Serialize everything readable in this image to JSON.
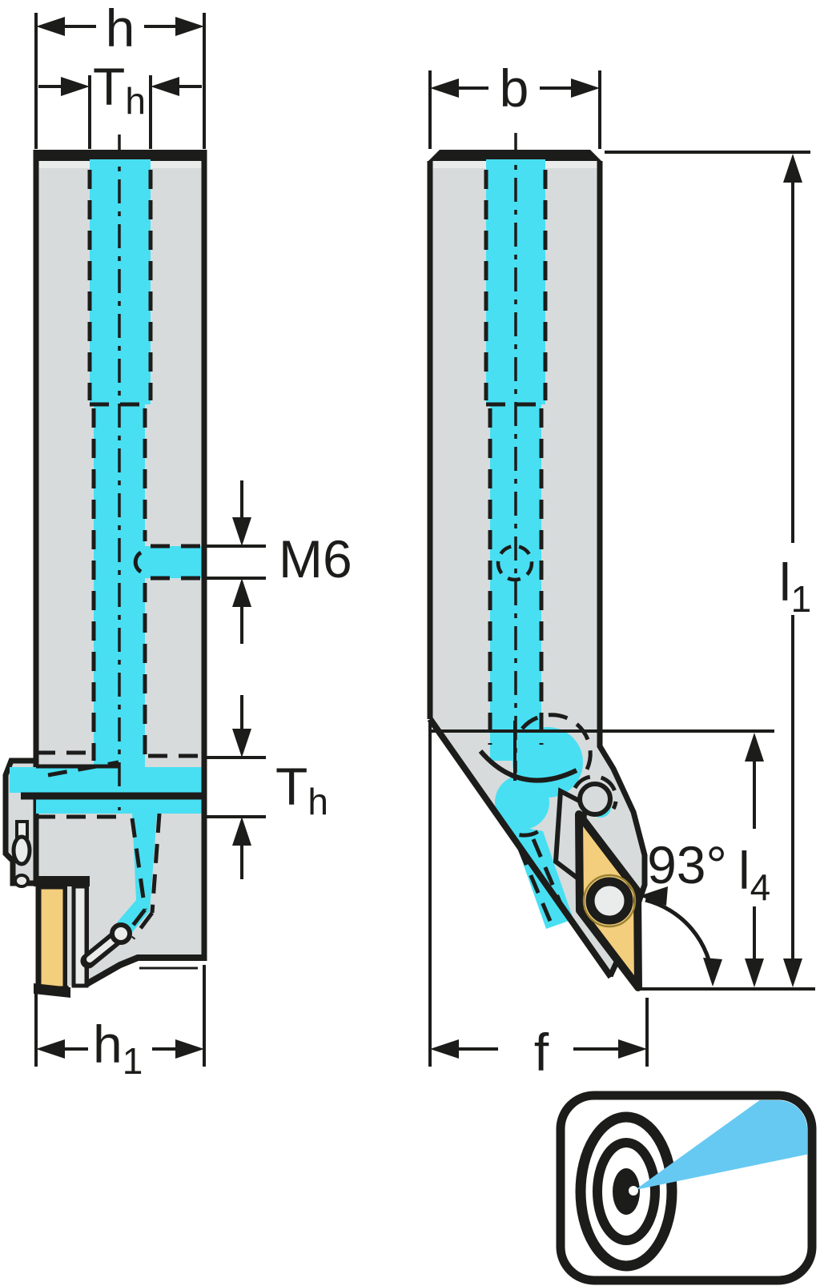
{
  "drawing": {
    "title": "Lathe tool holder dimensional drawing, front and side views",
    "labels": {
      "h": "h",
      "th_top": {
        "base": "T",
        "sub": "h"
      },
      "b": "b",
      "m6": "M6",
      "th_side": {
        "base": "T",
        "sub": "h"
      },
      "h1": {
        "base": "h",
        "sub": "1"
      },
      "f": "f",
      "l1": {
        "base": "l",
        "sub": "1"
      },
      "l4": {
        "base": "l",
        "sub": "4"
      },
      "angle": "93°"
    },
    "colors": {
      "line": "#1c1c1a",
      "body": "#d7dbdc",
      "body_light": "#eaecec",
      "coolant": "#48dff2",
      "insert": "#f3ce7c",
      "beam": "#66c9f2",
      "background": "#ffffff"
    },
    "icon": {
      "name": "coolant-target-icon"
    }
  }
}
